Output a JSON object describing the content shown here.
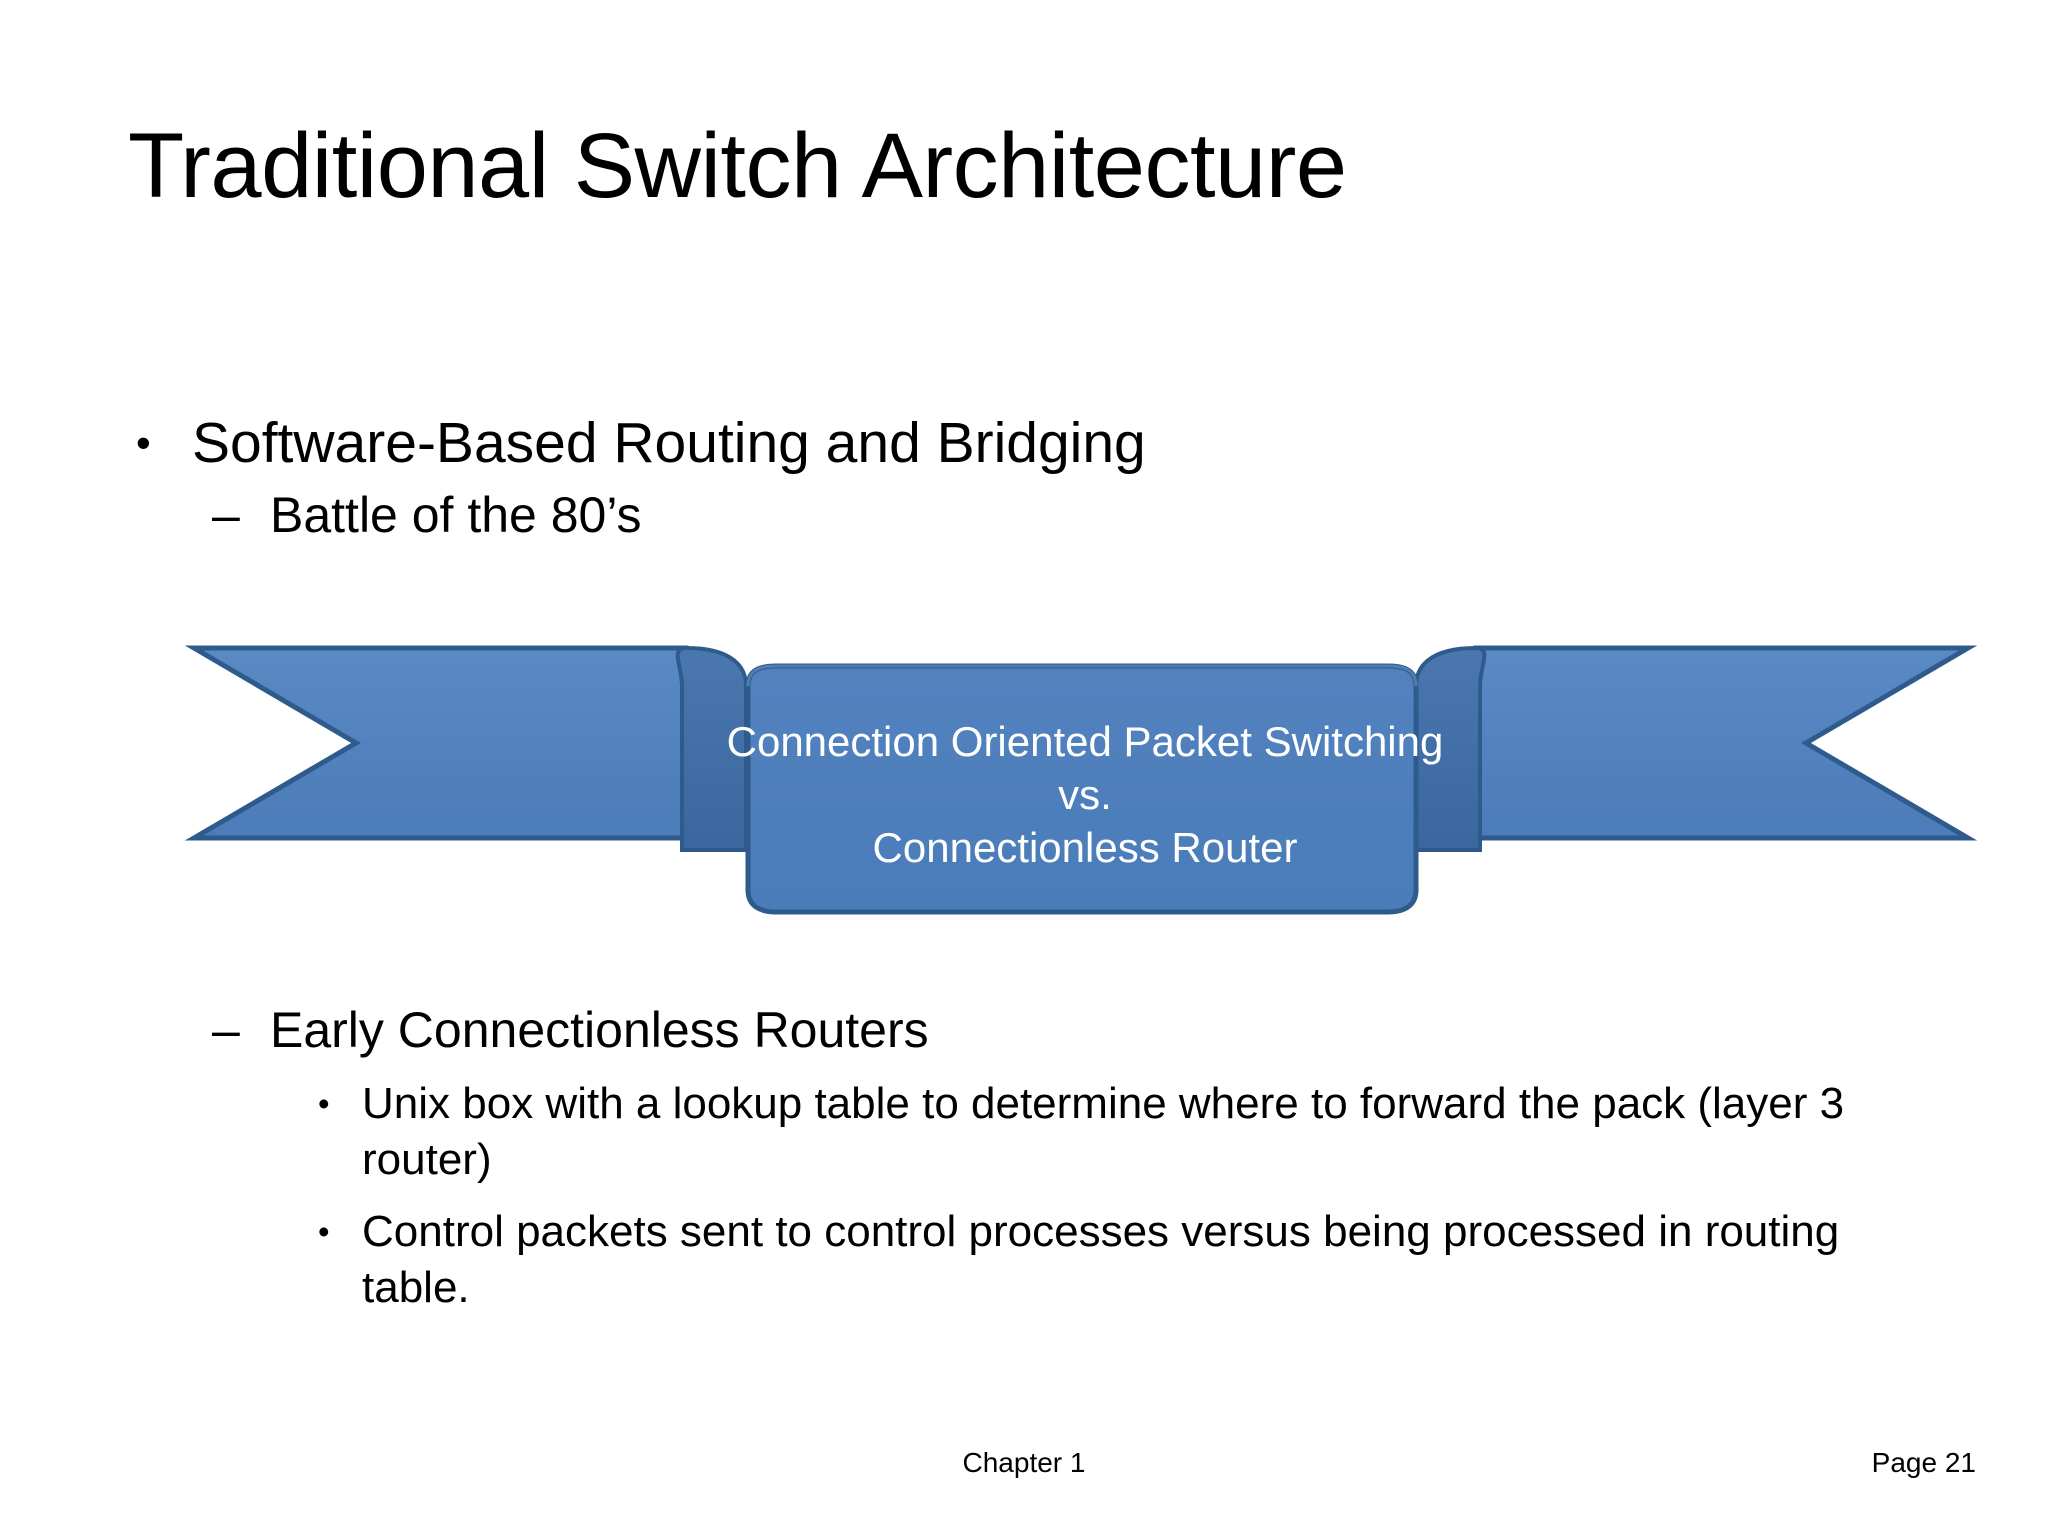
{
  "slide": {
    "title": "Traditional Switch Architecture",
    "background_color": "#FFFFFF",
    "text_color": "#000000"
  },
  "bullets": {
    "level1_marker": "•",
    "level2_marker": "–",
    "level3_marker": "•",
    "items": [
      {
        "level": 1,
        "text": "Software-Based Routing and Bridging"
      },
      {
        "level": 2,
        "text": "Battle of the 80’s"
      },
      {
        "level": 2,
        "text": "Early Connectionless Routers"
      },
      {
        "level": 3,
        "text": "Unix box with a lookup table to determine where to forward the pack (layer 3 router)"
      },
      {
        "level": 3,
        "text": "Control packets sent to control processes versus being processed in routing table."
      }
    ]
  },
  "ribbon": {
    "name": "ribbon-banner",
    "line1": "Connection Oriented Packet Switching",
    "line2": "vs.",
    "line3": "Connectionless Router",
    "fill_color": "#4F81BD",
    "center_fill_color": "#4E80BC",
    "fold_color": "#3D6CA5",
    "outline_color": "#2E5B8C",
    "text_color": "#FFFFFF"
  },
  "footer": {
    "chapter": "Chapter 1",
    "page": "Page 21"
  }
}
